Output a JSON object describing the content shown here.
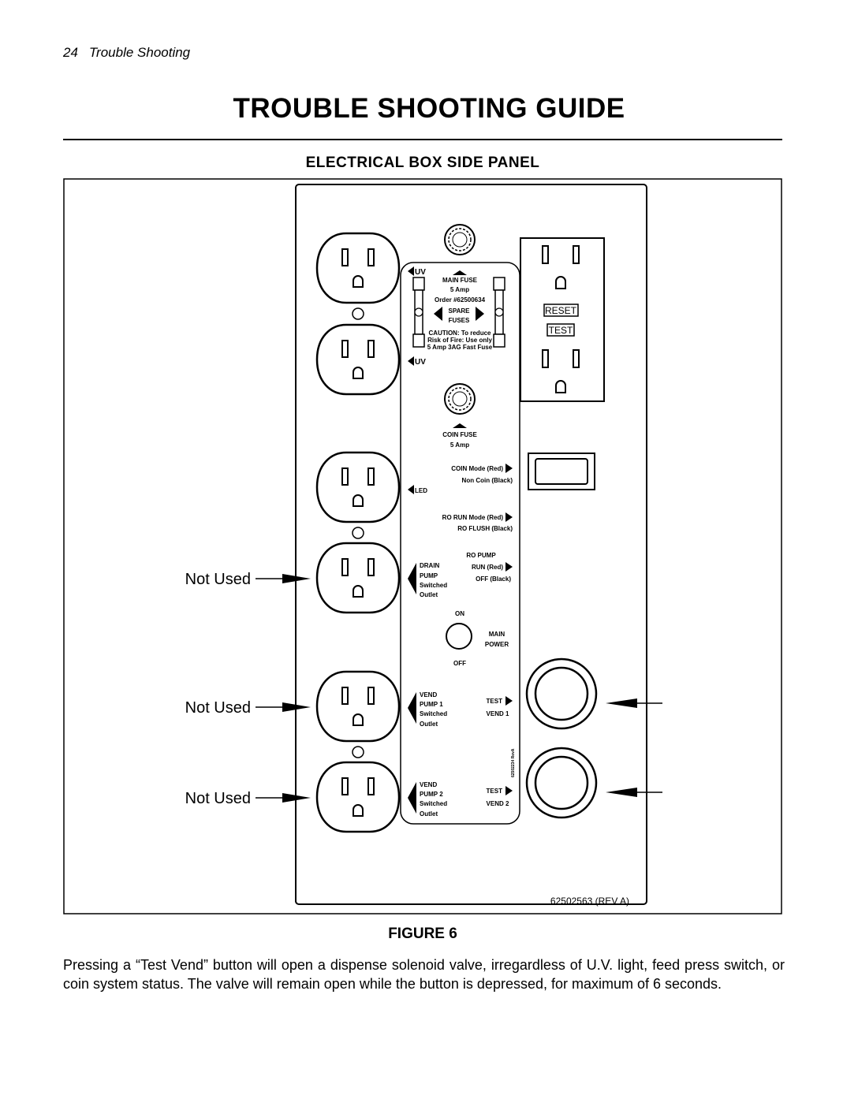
{
  "header": {
    "page_number": "24",
    "section": "Trouble Shooting"
  },
  "title": "TROUBLE SHOOTING GUIDE",
  "subtitle": "ELECTRICAL BOX SIDE PANEL",
  "panel": {
    "uv_top": "UV",
    "main_fuse": "MAIN FUSE",
    "main_fuse_amp": "5 Amp",
    "order": "Order #62500634",
    "spare": "SPARE",
    "fuses": "FUSES",
    "caution_1": "CAUTION: To reduce",
    "caution_2": "Risk of Fire: Use only",
    "caution_3": "5 Amp 3AG Fast Fuse",
    "uv_bottom": "UV",
    "coin_fuse": "COIN FUSE",
    "coin_fuse_amp": "5 Amp",
    "coin_mode": "COIN Mode (Red)",
    "non_coin": "Non Coin (Black)",
    "led": "LED",
    "ro_run_mode": "RO RUN Mode (Red)",
    "ro_flush": "RO FLUSH (Black)",
    "ro_pump": "RO PUMP",
    "ro_run": "RUN (Red)",
    "ro_off": "OFF (Black)",
    "drain": "DRAIN",
    "pump": "PUMP",
    "switched": "Switched",
    "outlet": "Outlet",
    "on": "ON",
    "main": "MAIN",
    "power": "POWER",
    "off": "OFF",
    "vend": "VEND",
    "pump_1": "PUMP 1",
    "pump_2": "PUMP 2",
    "test": "TEST",
    "vend_1": "VEND 1",
    "vend_2": "VEND 2",
    "small_code": "62502234 RevA",
    "reset": "RESET",
    "test_btn": "TEST",
    "part_number": "62502563  (REV A)"
  },
  "callouts": {
    "not_used_1": "Not Used",
    "not_used_2": "Not Used",
    "not_used_3": "Not Used"
  },
  "caption": "FIGURE 6",
  "body": "Pressing a “Test Vend” button will open a dispense solenoid valve, irregardless of U.V. light, feed press switch, or coin system status. The valve will remain open while the button is depressed, for maximum of 6 seconds."
}
